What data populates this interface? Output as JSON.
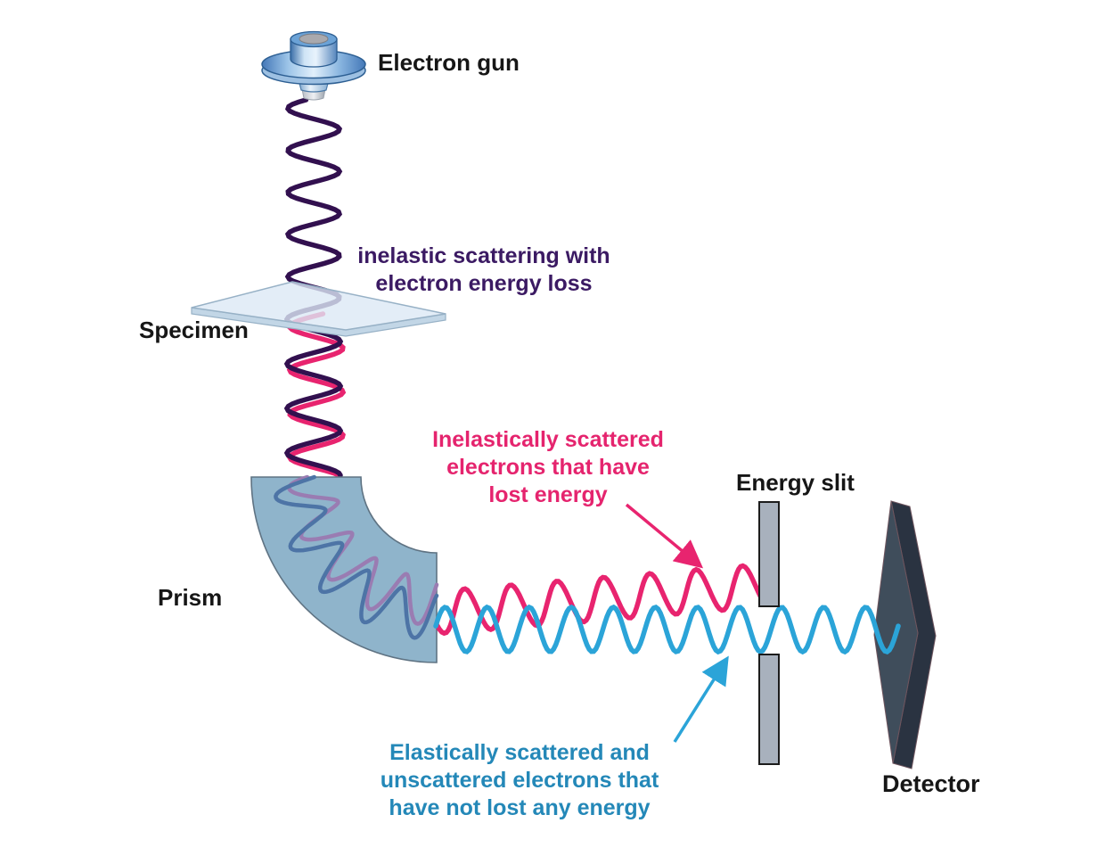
{
  "labels": {
    "electron_gun": "Electron gun",
    "specimen": "Specimen",
    "prism": "Prism",
    "energy_slit": "Energy slit",
    "detector": "Detector"
  },
  "annotations": {
    "inelastic_note": {
      "lines": [
        "inelastic scattering with",
        "electron energy loss"
      ],
      "color": "#3b1a63"
    },
    "inelastic_electrons": {
      "lines": [
        "Inelastically scattered",
        "electrons that have",
        "lost energy"
      ],
      "color": "#e5246e"
    },
    "elastic_electrons": {
      "lines": [
        "Elastically scattered and",
        "unscattered electrons that",
        "have not lost any energy"
      ],
      "color": "#2488b8"
    }
  },
  "colors": {
    "beam_purple": "#32104f",
    "beam_pink": "#e8246f",
    "beam_cyan": "#2ba4d8",
    "beam_lavender": "#9a7cb2",
    "beam_steel": "#4d74a6",
    "prism_fill": "#8fb4cb",
    "prism_stroke": "#5f7383",
    "slit_fill": "#a8b1bd",
    "slit_stroke": "#1c1c1c",
    "detector_front": "#3f4d5b",
    "detector_side": "#2a3341",
    "detector_stroke": "#6e555e",
    "specimen_fill": "#dce9f5",
    "specimen_side": "#c2d6e6",
    "specimen_stroke": "#97b1c6",
    "label_black": "#161616"
  }
}
